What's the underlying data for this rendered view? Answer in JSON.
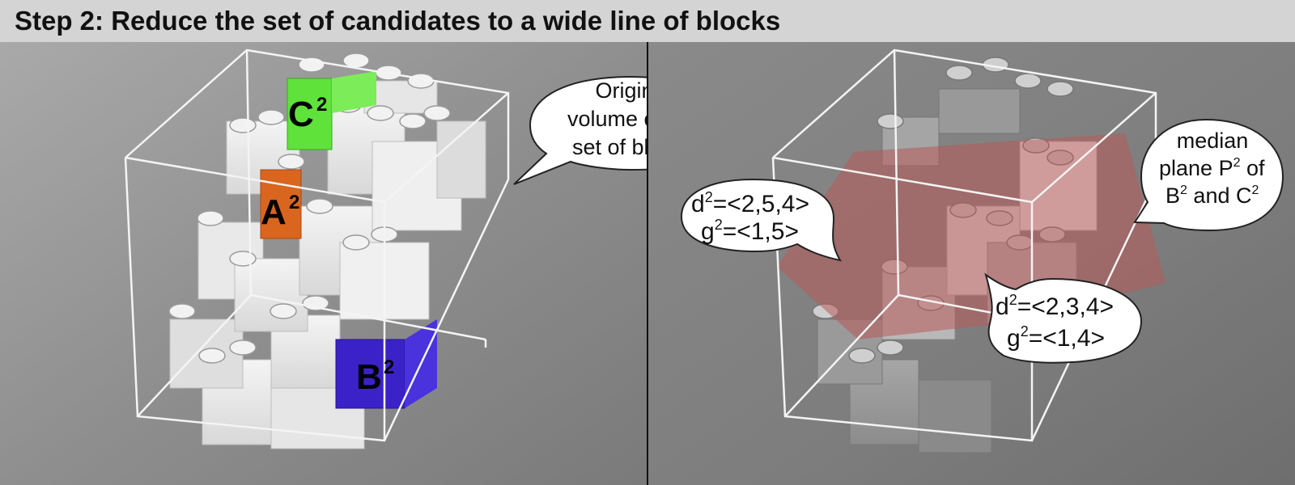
{
  "title": "Step 2: Reduce the set of candidates to a wide line of blocks",
  "left_panel": {
    "labels": {
      "c": {
        "base": "C",
        "sup": "2",
        "color": "#5fe23a"
      },
      "a": {
        "base": "A",
        "sup": "2",
        "color": "#d9651f"
      },
      "b": {
        "base": "B",
        "sup": "2",
        "color": "#3a22c8"
      }
    },
    "callout": {
      "lines": [
        "Original",
        "volume of the",
        "set of blocks"
      ]
    }
  },
  "right_panel": {
    "plane_color": "#b85a5a",
    "callout_median": {
      "line1": "median",
      "line2_pre": "plane P",
      "line2_sup": "2",
      "line2_post": " of",
      "line3_a": "B",
      "line3_a_sup": "2",
      "line3_mid": " and C",
      "line3_b_sup": "2"
    },
    "callout_left": {
      "d_base": "d",
      "d_sup": "2",
      "d_value": "=<2,5,4>",
      "g_base": "g",
      "g_sup": "2",
      "g_value": "=<1,5>"
    },
    "callout_right": {
      "d_base": "d",
      "d_sup": "2",
      "d_value": "=<2,3,4>",
      "g_base": "g",
      "g_sup": "2",
      "g_value": "=<1,4>"
    }
  }
}
